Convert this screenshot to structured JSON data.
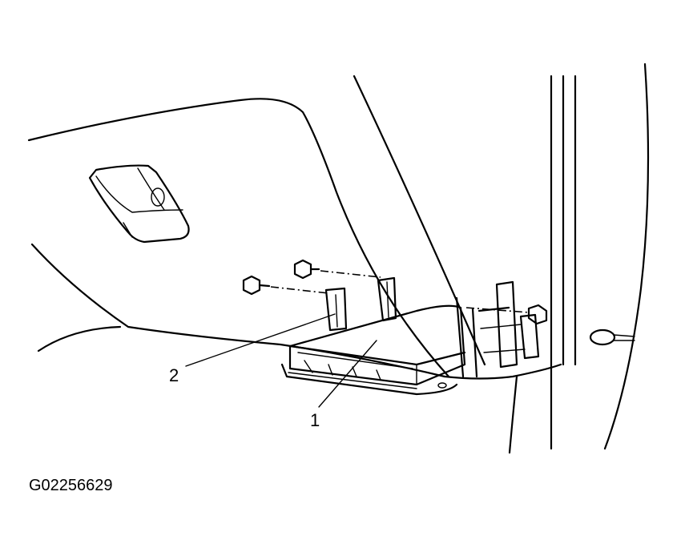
{
  "callouts": [
    {
      "id": "1",
      "text": "1"
    },
    {
      "id": "2",
      "text": "2"
    }
  ],
  "figure_code": "G02256629"
}
